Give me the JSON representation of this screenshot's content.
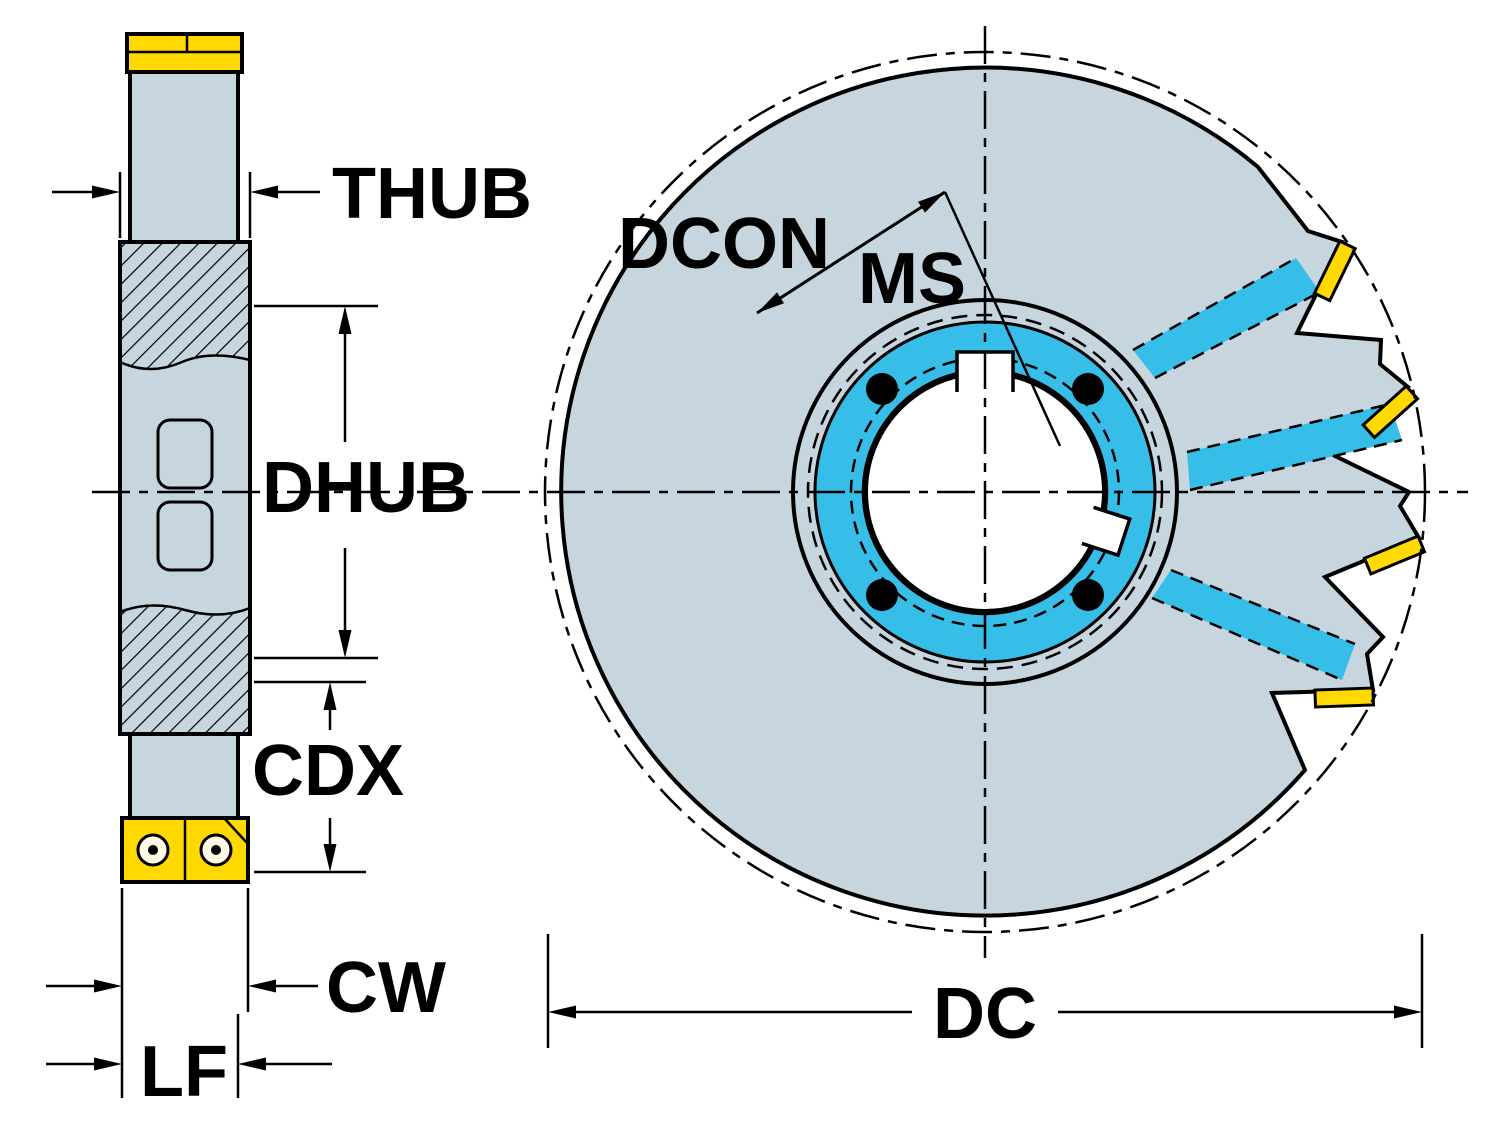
{
  "colors": {
    "body_fill": "#c7d5de",
    "insert_yellow": "#ffd900",
    "flute_cyan": "#36bde8",
    "screw_fill": "#fffbe6",
    "line_black": "#000000"
  },
  "labels": {
    "thub": "THUB",
    "dhub": "DHUB",
    "cdx": "CDX",
    "cw": "CW",
    "lf": "LF",
    "dcon": "DCON",
    "ms": "MS",
    "dc": "DC"
  }
}
